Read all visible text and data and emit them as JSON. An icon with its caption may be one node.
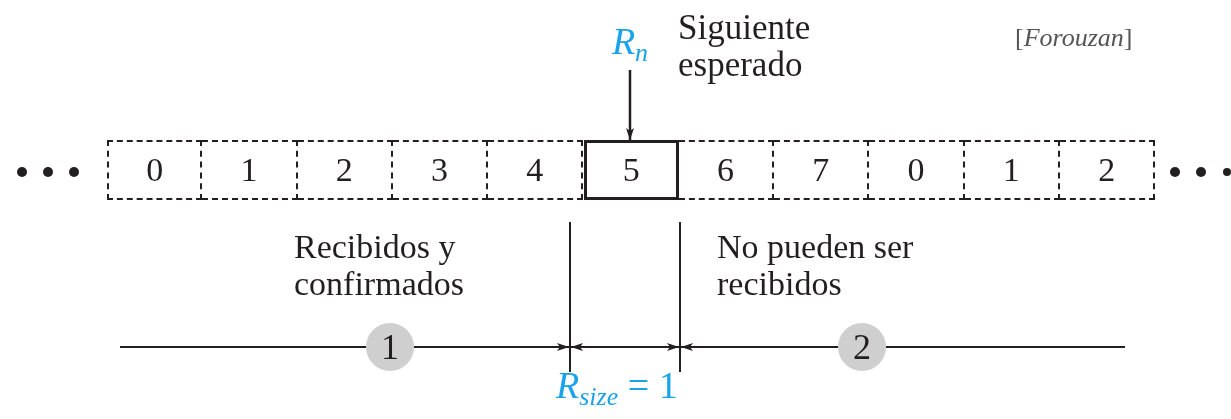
{
  "diagram": {
    "nodes": [
      {
        "text": [
          "0"
        ]
      },
      {
        "text": [
          "1"
        ]
      },
      {
        "text": [
          "2"
        ]
      },
      {
        "text": [
          "3"
        ]
      },
      {
        "text": [
          "4"
        ]
      },
      {
        "text": [
          "5"
        ]
      },
      {
        "text": [
          "6"
        ]
      },
      {
        "text": [
          "7"
        ]
      },
      {
        "text": [
          "0"
        ]
      },
      {
        "text": [
          "1"
        ]
      },
      {
        "text": [
          "2"
        ]
      },
      {
        "text": [
          "*R*$_{n}$"
        ],
        "beside": [
          "Siguiente esperado"
        ]
      },
      {
        "text": [
          "1"
        ]
      },
      {
        "text": [
          "2"
        ]
      },
      {
        "text": [],
        "shape": "bar"
      },
      {
        "text": [],
        "shape": "bar"
      }
    ],
    "edges": [
      {
        "from": 11,
        "to": 5,
        "arrow": "to"
      },
      {
        "from": 12,
        "to": 14,
        "arrow": "to"
      },
      {
        "from": 14,
        "to": 15,
        "arrow": "both"
      },
      {
        "from": 13,
        "to": 15,
        "arrow": "to"
      },
      {
        "from": null,
        "to": 12,
        "arrow": "none"
      },
      {
        "from": 13,
        "to": null,
        "arrow": "none"
      }
    ],
    "labels": [
      "[*Forouzan*]",
      "Recibidos y confirmados",
      "No pueden ser recibidos",
      "*R*$_{size}$ = 1"
    ]
  }
}
